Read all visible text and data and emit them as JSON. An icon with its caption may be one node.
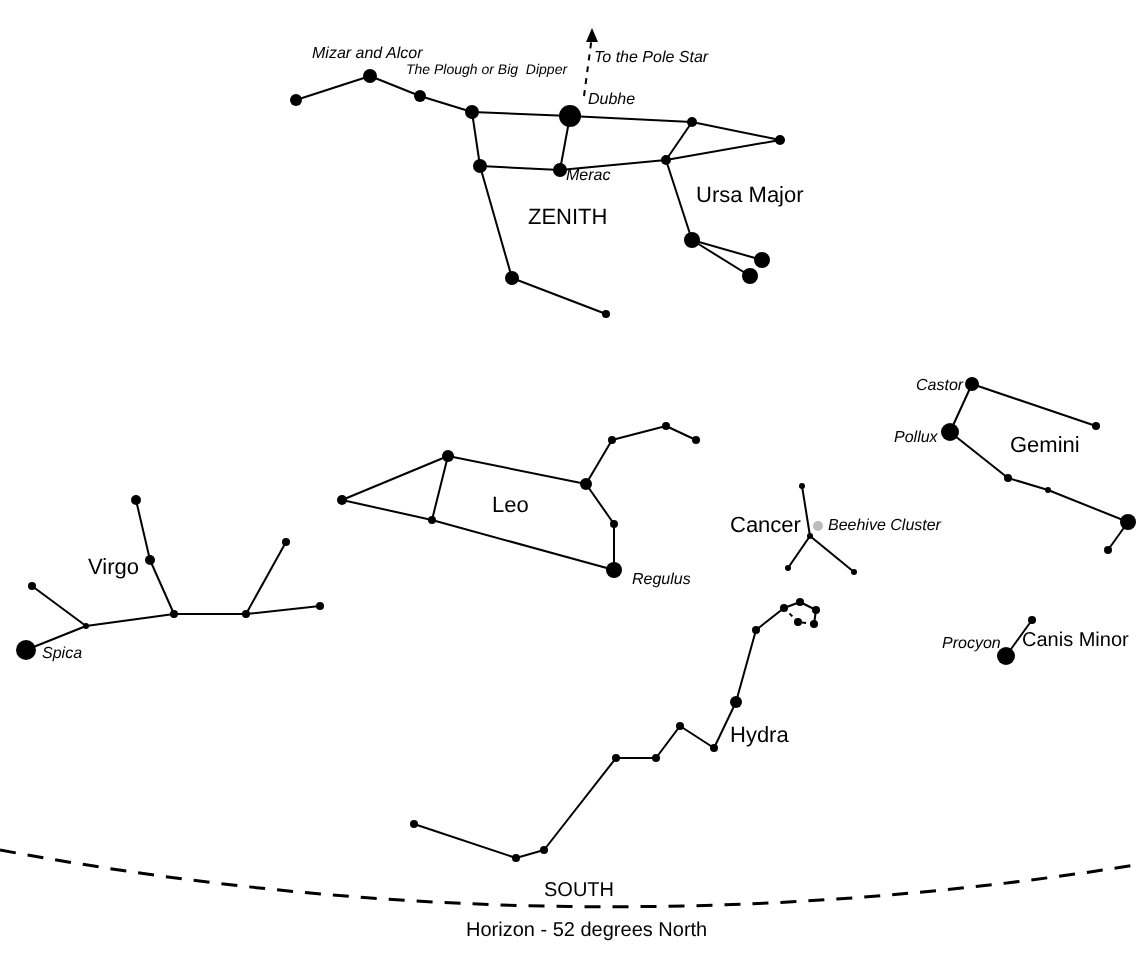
{
  "diagram": {
    "labels": [
      "Mizar and Alcor",
      "The Plough or Big  Dipper",
      "To the Pole Star",
      "Dubhe",
      "Merac",
      "ZENITH",
      "Ursa Major",
      "Castor",
      "Pollux",
      "Gemini",
      "Leo",
      "Virgo",
      "Cancer",
      "Beehive Cluster",
      "Regulus",
      "Spica",
      "Procyon",
      "Canis Minor",
      "Hydra",
      "SOUTH",
      "Horizon - 52 degrees North"
    ]
  }
}
